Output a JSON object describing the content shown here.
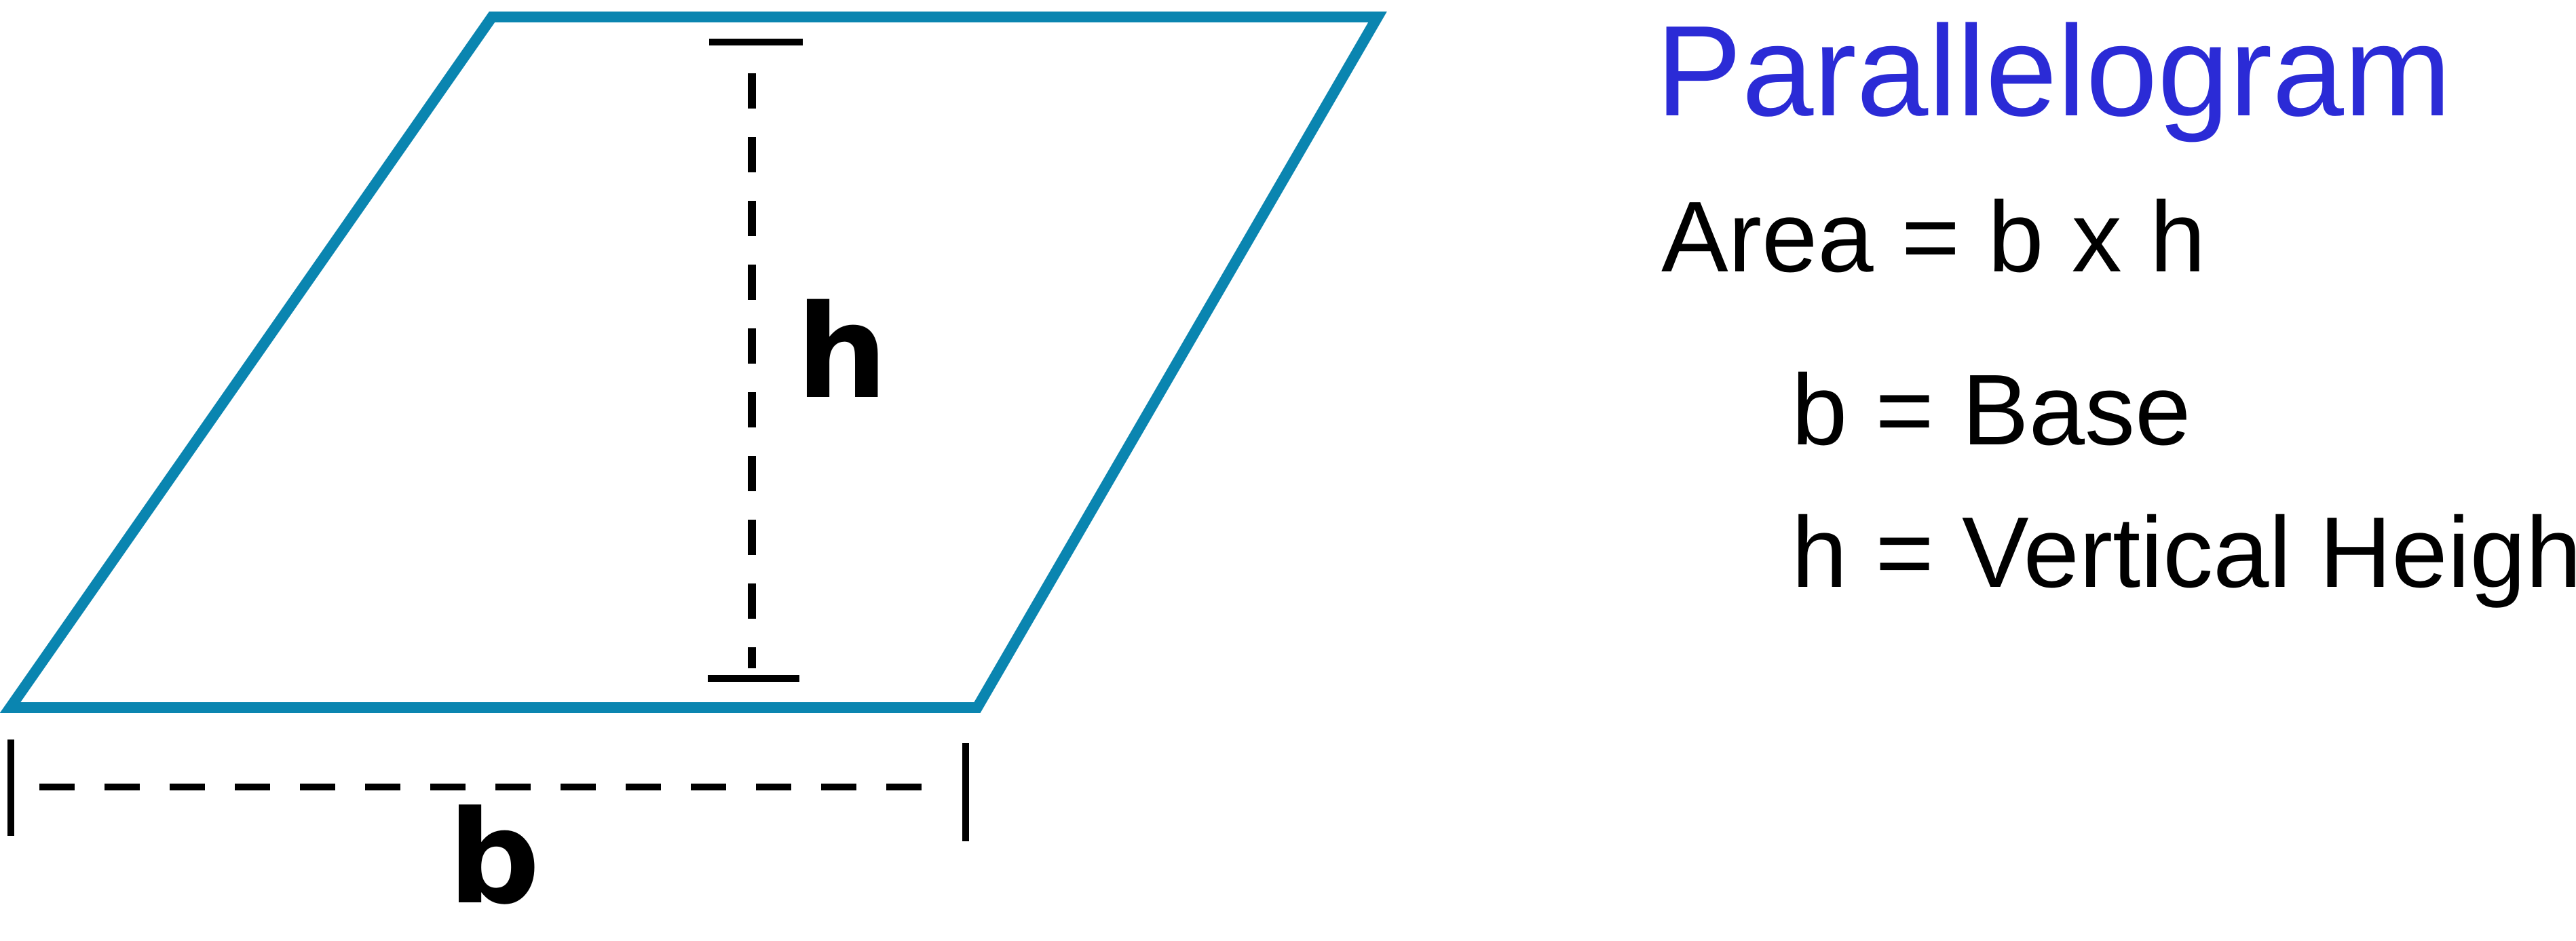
{
  "title": "Parallelogram",
  "formula": "Area = b x h",
  "definitions": {
    "base": "b = Base",
    "height": "h = Vertical Height"
  },
  "labels": {
    "height": "h",
    "base": "b"
  },
  "colors": {
    "shape_outline": "#0a85b0",
    "title": "#2b2bd6",
    "lines": "#000000"
  }
}
